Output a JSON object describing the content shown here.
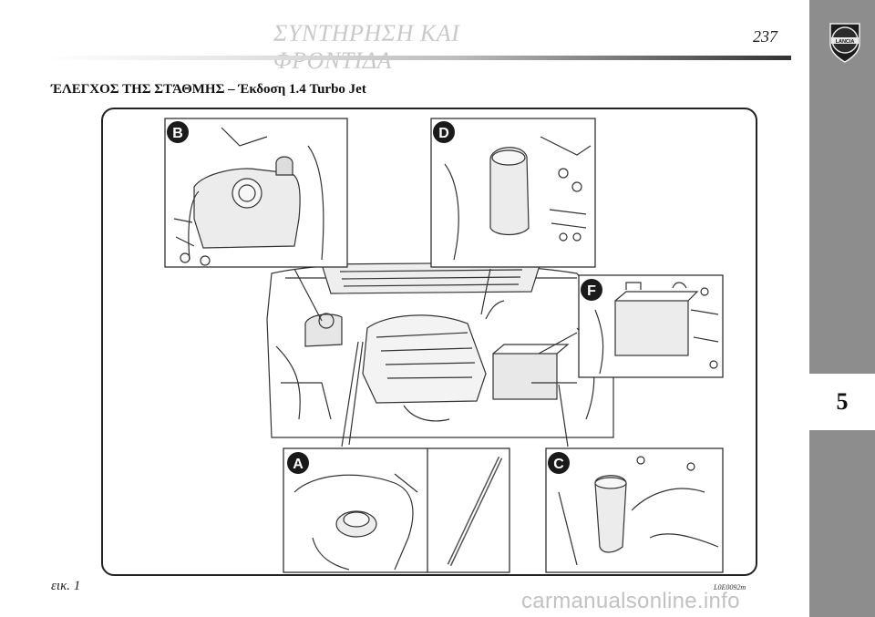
{
  "header": {
    "title": "ΣΥΝΤΗΡΗΣΗ ΚΑΙ ΦΡΟΝΤΙΔΑ",
    "page_number": "237",
    "logo_text": "LANCIA"
  },
  "sidebar": {
    "chapter_number": "5"
  },
  "section": {
    "heading": "ΈΛΕΓΧΟΣ ΤΗΣ ΣΤΆΘΜΗΣ – Έκδοση 1.4 Turbo Jet"
  },
  "figure": {
    "callouts": [
      "A",
      "B",
      "C",
      "D",
      "F"
    ],
    "caption": "εικ. 1",
    "code": "L0E0092m"
  },
  "footer": {
    "watermark": "carmanualsonline.info"
  },
  "colors": {
    "sidebar": "#8d8d8d",
    "callout": "#1a1a1a",
    "header_title": "#c9c9c9"
  }
}
